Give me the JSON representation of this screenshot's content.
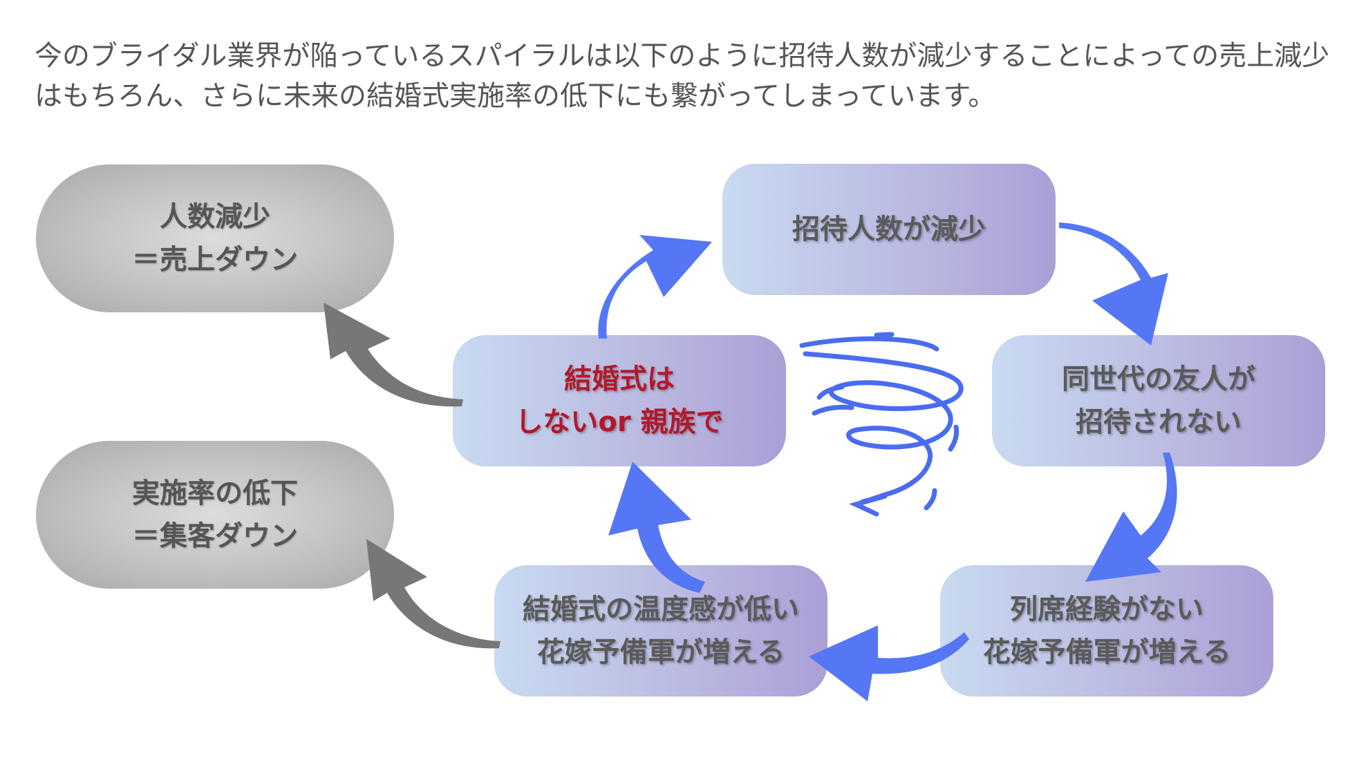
{
  "intro": {
    "line1": "今のブライダル業界が陥っているスパイラルは以下のように招待人数が減少することによっての売上減少",
    "line2": "はもちろん、さらに未来の結婚式実施率の低下にも繋がってしまっています。"
  },
  "outcomes": {
    "sales": {
      "line1": "人数減少",
      "line2": "＝売上ダウン"
    },
    "rate": {
      "line1": "実施率の低下",
      "line2": "＝集客ダウン"
    }
  },
  "cycle": {
    "invite": {
      "line1": "招待人数が減少"
    },
    "friends": {
      "line1": "同世代の友人が",
      "line2": "招待されない"
    },
    "attend": {
      "line1": "列席経験がない",
      "line2": "花嫁予備軍が増える"
    },
    "temperature": {
      "line1": "結婚式の温度感が低い",
      "line2": "花嫁予備軍が増える"
    },
    "decision": {
      "line1": "結婚式は",
      "line2": "しないor 親族で"
    }
  },
  "colors": {
    "cycle_arrow": "#5577f5",
    "outcome_arrow": "#777777",
    "emphasis_text": "#b3182a",
    "spiral": "#4a6cf0"
  }
}
